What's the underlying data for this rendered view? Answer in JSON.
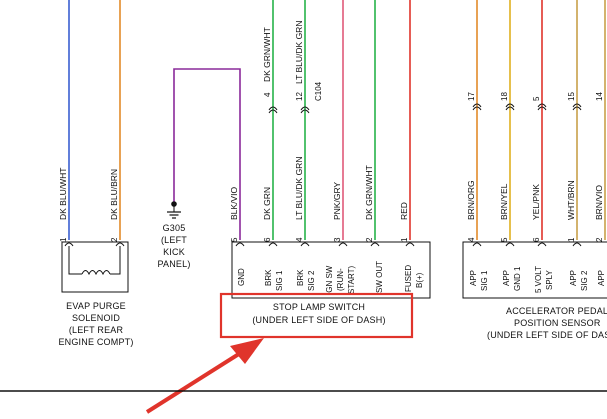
{
  "colors": {
    "blue_wire": "#3a5fd0",
    "orange_wire": "#e38a2a",
    "green_wire": "#27b34a",
    "purple_wire": "#8a2a9a",
    "red_wire": "#e0342b",
    "yellow_wire": "#e0b020",
    "tan_wire": "#c8a04a",
    "pink_wire": "#e05a7a",
    "highlight": "#e0342b",
    "line": "#111111"
  },
  "evap": {
    "wires": [
      {
        "pin": "1",
        "color_code": "DK BLU/WHT",
        "color": "#3a5fd0"
      },
      {
        "pin": "2",
        "color_code": "DK BLU/BRN",
        "color": "#e38a2a"
      }
    ],
    "caption": [
      "EVAP PURGE",
      "SOLENOID",
      "(LEFT REAR",
      "ENGINE COMPT)"
    ]
  },
  "ground": {
    "id": "G305",
    "caption": [
      "(LEFT",
      "KICK",
      "PANEL)"
    ]
  },
  "stop_lamp": {
    "top_labels": [
      {
        "pin": "4",
        "text": "DK GRN/WHT"
      },
      {
        "pin": "12",
        "text": "LT BLU/DK GRN"
      },
      {
        "pin": "",
        "text": "C104"
      }
    ],
    "pins": [
      {
        "pin": "5",
        "wire": "BLK/VIO",
        "func": "GND",
        "color": "#8a2a9a"
      },
      {
        "pin": "6",
        "wire": "DK GRN",
        "func": "BRK SIG 1",
        "color": "#27b34a"
      },
      {
        "pin": "4",
        "wire": "LT BLU/DK GRN",
        "func": "BRK SIG 2",
        "color": "#27b34a"
      },
      {
        "pin": "3",
        "wire": "PNK/GRY",
        "func": "IGN SW (RUN-START)",
        "color": "#e05a7a"
      },
      {
        "pin": "2",
        "wire": "DK GRN/WHT",
        "func": "SW OUT",
        "color": "#27b34a"
      },
      {
        "pin": "1",
        "wire": "RED",
        "func": "FUSED B(+)",
        "color": "#e0342b"
      }
    ],
    "caption": [
      "STOP LAMP SWITCH",
      "(UNDER LEFT SIDE OF DASH)"
    ]
  },
  "app_sensor": {
    "top_pins": [
      "17",
      "18",
      "5",
      "15",
      "14"
    ],
    "pins": [
      {
        "pin": "4",
        "wire": "BRN/ORG",
        "func": "APP SIG 1",
        "color": "#e38a2a"
      },
      {
        "pin": "5",
        "wire": "BRN/YEL",
        "func": "APP GND 1",
        "color": "#e0b020"
      },
      {
        "pin": "6",
        "wire": "YEL/PNK",
        "func": "5 VOLT SPLY",
        "color": "#e0342b"
      },
      {
        "pin": "1",
        "wire": "WHT/BRN",
        "func": "APP SIG 2",
        "color": "#c8a04a"
      },
      {
        "pin": "2",
        "wire": "BRN/VIO",
        "func": "APP",
        "color": "#c8a04a"
      }
    ],
    "caption": [
      "ACCELERATOR PEDAL",
      "POSITION SENSOR",
      "(UNDER LEFT SIDE OF DASH)"
    ]
  }
}
